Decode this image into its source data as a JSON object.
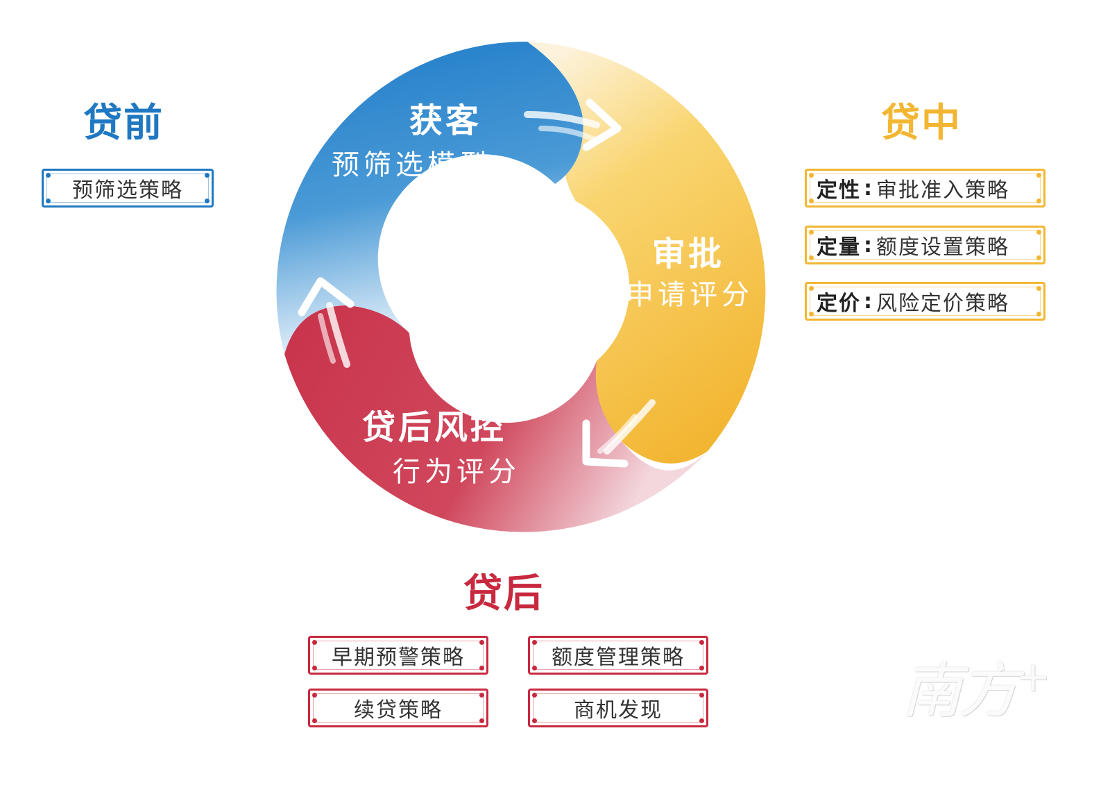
{
  "stages": {
    "pre": {
      "heading": "贷前",
      "color": "#1f78c1",
      "boxes": [
        "预筛选策略"
      ]
    },
    "mid": {
      "heading": "贷中",
      "color": "#f2b632",
      "boxes": [
        {
          "label": "定性",
          "sep": ":",
          "text": "审批准入策略"
        },
        {
          "label": "定量",
          "sep": ":",
          "text": "额度设置策略"
        },
        {
          "label": "定价",
          "sep": ":",
          "text": "风险定价策略"
        }
      ]
    },
    "post": {
      "heading": "贷后",
      "color": "#c8293f",
      "boxes": [
        "早期预警策略",
        "额度管理策略",
        "续贷策略",
        "商机发现"
      ]
    }
  },
  "ring": {
    "acquire": {
      "title": "获客",
      "subtitle": "预筛选模型"
    },
    "approve": {
      "title": "审批",
      "subtitle": "申请评分"
    },
    "postrisk": {
      "title": "贷后风控",
      "subtitle": "行为评分"
    }
  },
  "watermark": {
    "text": "南方",
    "plus": "+"
  }
}
